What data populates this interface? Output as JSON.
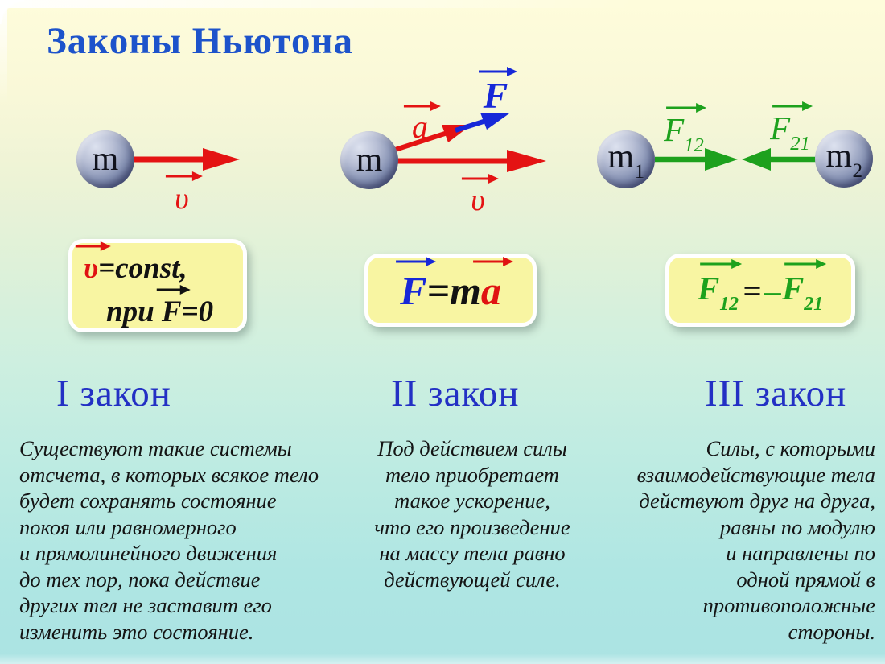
{
  "slide": {
    "title": "Законы Ньютона"
  },
  "diagrams": {
    "first": {
      "mass": "m",
      "velocity": "υ"
    },
    "second": {
      "mass": "m",
      "accel": "a",
      "force": "F",
      "velocity": "υ"
    },
    "third": {
      "mass1": "m",
      "mass1_sub": "1",
      "mass2": "m",
      "mass2_sub": "2",
      "f12": "F",
      "f12_sub": "12",
      "f21": "F",
      "f21_sub": "21"
    }
  },
  "formulas": {
    "first": {
      "v": "υ",
      "eq_const": "=const,",
      "pri": "при ",
      "f": "F",
      "eq_zero": "=0"
    },
    "second": {
      "f": "F",
      "eq": "=",
      "m": "m",
      "a": "a"
    },
    "third": {
      "f12": "F",
      "f12_sub": "12",
      "eq": "=",
      "minus": "–",
      "f21": "F",
      "f21_sub": "21"
    }
  },
  "laws": [
    {
      "heading": "I закон",
      "body": "Существуют такие системы\nотсчета, в которых всякое тело\nбудет сохранять состояние\nпокоя или равномерного\nи прямолинейного движения\nдо тех пор, пока действие\nдругих тел не заставит его\nизменить это состояние."
    },
    {
      "heading": "II закон",
      "body": "Под действием силы\nтело приобретает\nтакое ускорение,\nчто его произведение\nна массу тела равно\nдействующей силе."
    },
    {
      "heading": "III закон",
      "body": "Силы, с которыми\nвзаимодействующие тела\nдействуют друг на друга,\nравны по модулю\nи направлены по\nодной прямой в\nпротивоположные\nстороны."
    }
  ],
  "accents": {
    "title_blue": "#1d53cb",
    "heading_blue": "#2330c4",
    "arrow_red": "#e41313",
    "arrow_blue": "#1728d8",
    "arrow_green": "#1da11d",
    "formula_box_fill": "#f8f5a2"
  }
}
